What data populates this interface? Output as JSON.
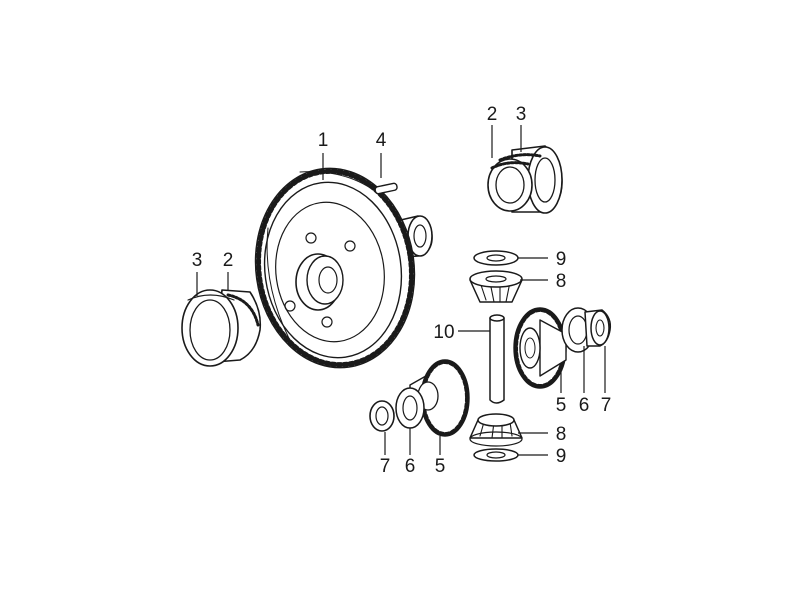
{
  "callouts": {
    "main_gear": "1",
    "pin": "4",
    "bearing_right_inner": "2",
    "bearing_right_outer": "3",
    "bearing_left_outer": "3",
    "bearing_left_inner": "2",
    "thrust_washer_top": "9",
    "pinion_gear_top": "8",
    "shaft": "10",
    "side_gear_right": "5",
    "washer_right": "6",
    "bushing_right": "7",
    "side_gear_left": "5",
    "washer_left": "6",
    "bushing_left": "7",
    "pinion_gear_bottom": "8",
    "thrust_washer_bottom": "9"
  }
}
